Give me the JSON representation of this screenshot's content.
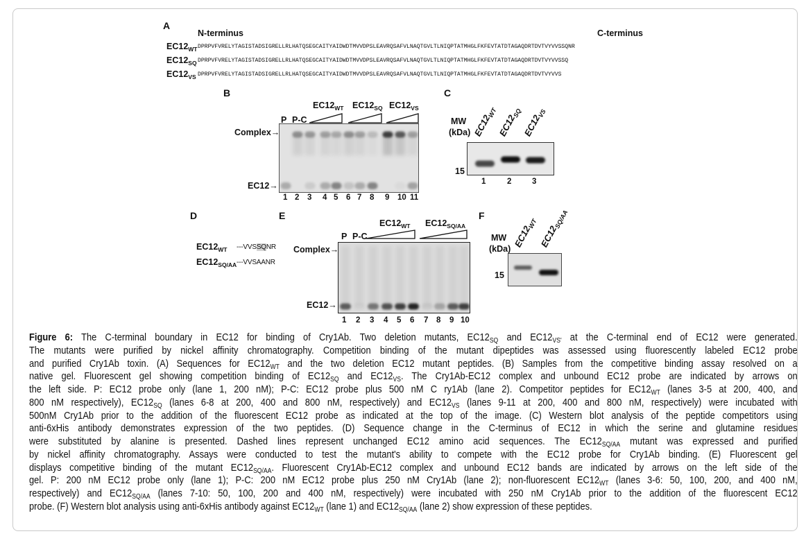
{
  "panel_a": {
    "label": "A",
    "n_terminus": "N-terminus",
    "c_terminus": "C-terminus",
    "rows": [
      {
        "name": "EC12",
        "sub": "WT",
        "seq": "DPRPVFVRELYTAGISTADSIGRELLRLHATQSEGCAITYAIDWDTMVVDPSLEAVRQSAFVLNAQTGVLTLNIQPTATMHGLFKFEVTATDTAGAQDRTDVTVYVVSSQNR"
      },
      {
        "name": "EC12",
        "sub": "SQ",
        "seq": "DPRPVFVRELYTAGISTADSIGRELLRLHATQSEGCAITYAIDWDTMVVDPSLEAVRQSAFVLNAQTGVLTLNIQPTATMHGLFKFEVTATDTAGAQDRTDVTVYVVSSQ"
      },
      {
        "name": "EC12",
        "sub": "VS",
        "seq": "DPRPVFVRELYTAGISTADSIGRELLRLHATQSEGCAITYAIDWDTMVVDPSLEAVRQSAFVLNAQTGVLTLNIQPTATMHGLFKFEVTATDTAGAQDRTDVTVYVVS"
      }
    ]
  },
  "panel_b": {
    "label": "B",
    "p": "P",
    "pc": "P-C",
    "groups": [
      {
        "name": "EC12",
        "sub": "WT"
      },
      {
        "name": "EC12",
        "sub": "SQ"
      },
      {
        "name": "EC12",
        "sub": "VS"
      }
    ],
    "complex_label": "Complex",
    "free_label": "EC12",
    "lanes": [
      "1",
      "2",
      "3",
      "4",
      "5",
      "6",
      "7",
      "8",
      "9",
      "10",
      "11"
    ],
    "complex_intensity": [
      0,
      0.45,
      0.4,
      0.35,
      0.3,
      0.45,
      0.35,
      0.2,
      0.9,
      0.75,
      0.35
    ],
    "free_intensity": [
      0.35,
      0,
      0.15,
      0.35,
      0.6,
      0.2,
      0.35,
      0.6,
      0,
      0.05,
      0.4
    ]
  },
  "panel_c": {
    "label": "C",
    "mw": "MW",
    "kda": "(kDa)",
    "marker": "15",
    "samples": [
      {
        "name": "EC12",
        "sub": "WT"
      },
      {
        "name": "EC12",
        "sub": "SQ"
      },
      {
        "name": "EC12",
        "sub": "VS"
      }
    ],
    "lanes": [
      "1",
      "2",
      "3"
    ],
    "band_intensity": [
      0.75,
      1,
      0.95
    ]
  },
  "panel_d": {
    "label": "D",
    "wt": {
      "name": "EC12",
      "sub": "WT",
      "prefix": "---VVS",
      "highlight": "SQ",
      "suffix": "NR"
    },
    "mut": {
      "name": "EC12",
      "sub": "SQ/AA",
      "seq": "---VVSAANR"
    }
  },
  "panel_e": {
    "label": "E",
    "p": "P",
    "pc": "P-C",
    "groups": [
      {
        "name": "EC12",
        "sub": "WT"
      },
      {
        "name": "EC12",
        "sub": "SQ/AA"
      }
    ],
    "complex_label": "Complex",
    "free_label": "EC12",
    "lanes": [
      "1",
      "2",
      "3",
      "4",
      "5",
      "6",
      "7",
      "8",
      "9",
      "10"
    ],
    "free_intensity": [
      0.7,
      0.05,
      0.55,
      0.75,
      0.85,
      1,
      0.1,
      0.3,
      0.7,
      0.85
    ]
  },
  "panel_f": {
    "label": "F",
    "mw": "MW",
    "kda": "(kDa)",
    "marker": "15",
    "samples": [
      {
        "name": "EC12",
        "sub": "WT"
      },
      {
        "name": "EC12",
        "sub": "SQ/AA"
      }
    ],
    "band_intensity": [
      0.75,
      1
    ]
  },
  "caption": {
    "lines": [
      [
        {
          "t": "Figure 6:",
          "b": true
        },
        {
          "t": " The C-terminal boundary in EC12 for binding of Cry1Ab. Two deletion mutants, EC12"
        },
        {
          "t": "SQ",
          "sub": true
        },
        {
          "t": " and EC12"
        },
        {
          "t": "VS'",
          "sub": true
        },
        {
          "t": " at the C-terminal end of EC12 were generated."
        }
      ],
      [
        {
          "t": "The mutants were purified by nickel affinity chromatography. Competition binding of the mutant dipeptides was assessed using fluorescently labeled EC12 probe"
        }
      ],
      [
        {
          "t": "and purified Cry1Ab toxin. (A) Sequences for EC12"
        },
        {
          "t": "WT",
          "sub": true
        },
        {
          "t": " and the two deletion EC12 mutant peptides. (B) Samples from the competitive binding assay resolved on a"
        }
      ],
      [
        {
          "t": "native gel. Fluorescent gel showing competition binding of EC12"
        },
        {
          "t": "SQ",
          "sub": true
        },
        {
          "t": " and EC12"
        },
        {
          "t": "VS",
          "sub": true
        },
        {
          "t": ". The Cry1Ab-EC12 complex and unbound EC12 probe are indicated by arrows on"
        }
      ],
      [
        {
          "t": "the left side. P: EC12 probe only (lane 1, 200 nM); P-C: EC12 probe plus 500 nM C ry1Ab (lane 2). Competitor peptides for EC12"
        },
        {
          "t": "WT",
          "sub": true
        },
        {
          "t": " (lanes 3-5 at 200, 400, and"
        }
      ],
      [
        {
          "t": "800 nM respectively), EC12"
        },
        {
          "t": "SQ",
          "sub": true
        },
        {
          "t": " (lanes 6-8 at 200, 400 and 800 nM, respectively) and EC12"
        },
        {
          "t": "VS",
          "sub": true
        },
        {
          "t": " (lanes 9-11 at 200, 400 and 800 nM, respectively) were incubated with"
        }
      ],
      [
        {
          "t": "500nM Cry1Ab prior to the addition of the fluorescent EC12 probe as indicated at the top of the image. (C) Western blot analysis of the peptide competitors using"
        }
      ],
      [
        {
          "t": "anti-6xHis antibody demonstrates expression of the two peptides. (D) Sequence change in the C-terminus of EC12 in which the serine and glutamine residues"
        }
      ],
      [
        {
          "t": "were substituted by alanine is presented. Dashed lines represent unchanged EC12 amino acid sequences. The EC12"
        },
        {
          "t": "SQ/AA",
          "sub": true
        },
        {
          "t": " mutant was expressed and purified"
        }
      ],
      [
        {
          "t": "by nickel affinity chromatography. Assays were conducted to test the mutant's ability to compete with the EC12 probe for Cry1Ab binding. (E) Fluorescent gel"
        }
      ],
      [
        {
          "t": "displays competitive binding of the mutant EC12"
        },
        {
          "t": "SQ/AA",
          "sub": true
        },
        {
          "t": ". Fluorescent Cry1Ab-EC12 complex and unbound EC12 bands are indicated by arrows on the left side of the"
        }
      ],
      [
        {
          "t": "gel. P: 200 nM EC12 probe only (lane 1); P-C: 200 nM EC12 probe plus 250 nM Cry1Ab (lane 2); non-fluorescent EC12"
        },
        {
          "t": "WT",
          "sub": true
        },
        {
          "t": " (lanes 3-6: 50, 100, 200, and 400 nM,"
        }
      ],
      [
        {
          "t": "respectively) and EC12"
        },
        {
          "t": "SQ/AA",
          "sub": true
        },
        {
          "t": " (lanes 7-10: 50, 100, 200 and 400 nM, respectively) were incubated with 250 nM Cry1Ab prior to the addition of the fluorescent EC12"
        }
      ],
      [
        {
          "t": "probe. (F) Western blot analysis using anti-6xHis antibody against EC12"
        },
        {
          "t": "WT",
          "sub": true
        },
        {
          "t": " (lane 1) and EC12"
        },
        {
          "t": "SQ/AA",
          "sub": true
        },
        {
          "t": " (lane 2) show expression of these peptides."
        }
      ]
    ]
  }
}
